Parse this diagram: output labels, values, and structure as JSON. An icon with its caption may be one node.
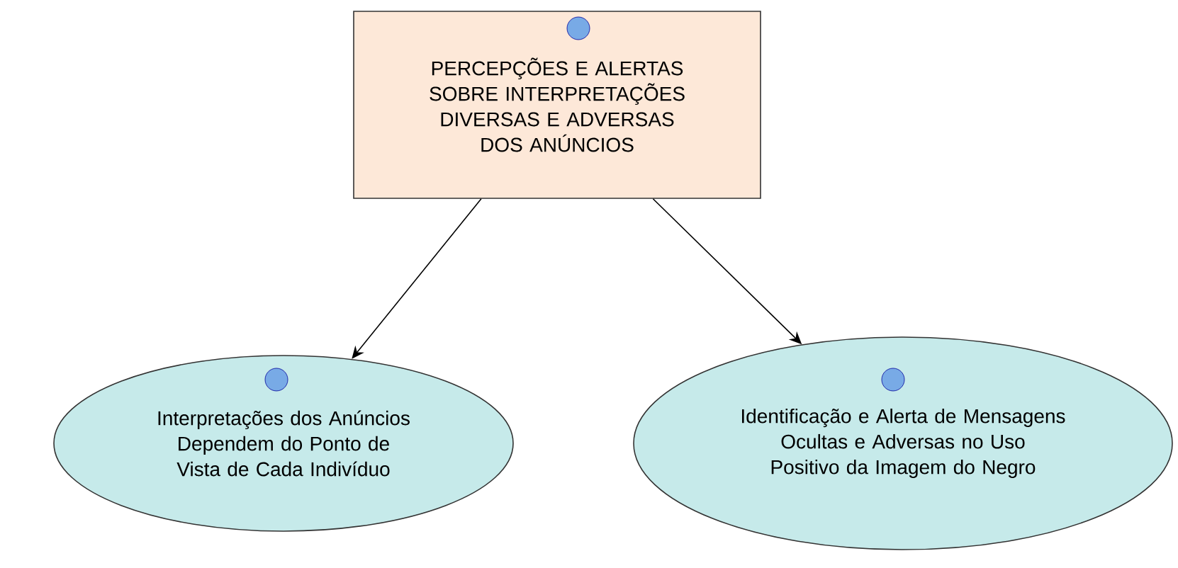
{
  "diagram": {
    "nodes": [
      {
        "text": [
          "PERCEPÇÕES E ALERTAS SOBRE INTERPRETAÇÕES DIVERSAS E ADVERSAS DOS ANÚNCIOS"
        ]
      },
      {
        "text": [
          "Interpretações dos Anúncios Dependem do Ponto de Vista de Cada Indivíduo"
        ]
      },
      {
        "text": [
          "Identificação e Alerta de Mensagens Ocultas e Adversas no Uso Positivo da Imagem do Negro"
        ]
      }
    ],
    "edges": [
      {
        "from": 0,
        "to": 1,
        "arrow": "to"
      },
      {
        "from": 0,
        "to": 2,
        "arrow": "to"
      }
    ]
  }
}
